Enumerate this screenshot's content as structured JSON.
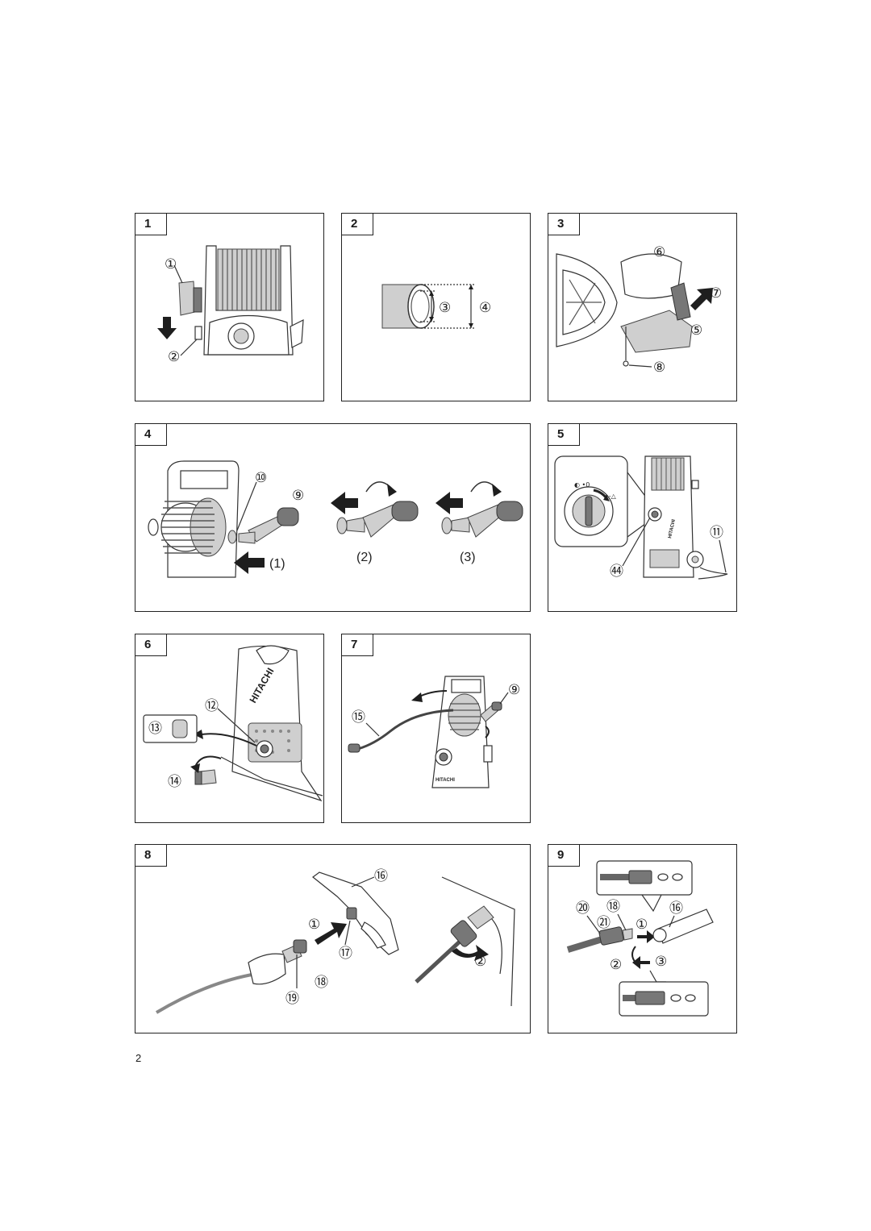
{
  "page_number": "2",
  "panels": [
    {
      "number": "1",
      "callouts": [
        "①",
        "②"
      ]
    },
    {
      "number": "2",
      "callouts": [
        "③",
        "④"
      ]
    },
    {
      "number": "3",
      "callouts": [
        "⑥",
        "⑦",
        "⑤",
        "⑧"
      ]
    },
    {
      "number": "4",
      "callouts": [
        "⑩",
        "⑨"
      ],
      "sublabels": [
        "(1)",
        "(2)",
        "(3)"
      ]
    },
    {
      "number": "5",
      "callouts": [
        "⑪",
        "㊹"
      ],
      "dial_marks": [
        "◐ •0",
        "•-△"
      ]
    },
    {
      "number": "6",
      "callouts": [
        "⑫",
        "⑬",
        "⑭"
      ],
      "brand": "HITACHI"
    },
    {
      "number": "7",
      "callouts": [
        "⑨",
        "⑮"
      ],
      "brand": "HITACHI"
    },
    {
      "number": "8",
      "callouts": [
        "⑯",
        "①",
        "⑰",
        "②",
        "⑱",
        "⑲"
      ]
    },
    {
      "number": "9",
      "callouts": [
        "⑳",
        "⑱",
        "⑯",
        "㉑",
        "①",
        "②",
        "③"
      ]
    }
  ]
}
